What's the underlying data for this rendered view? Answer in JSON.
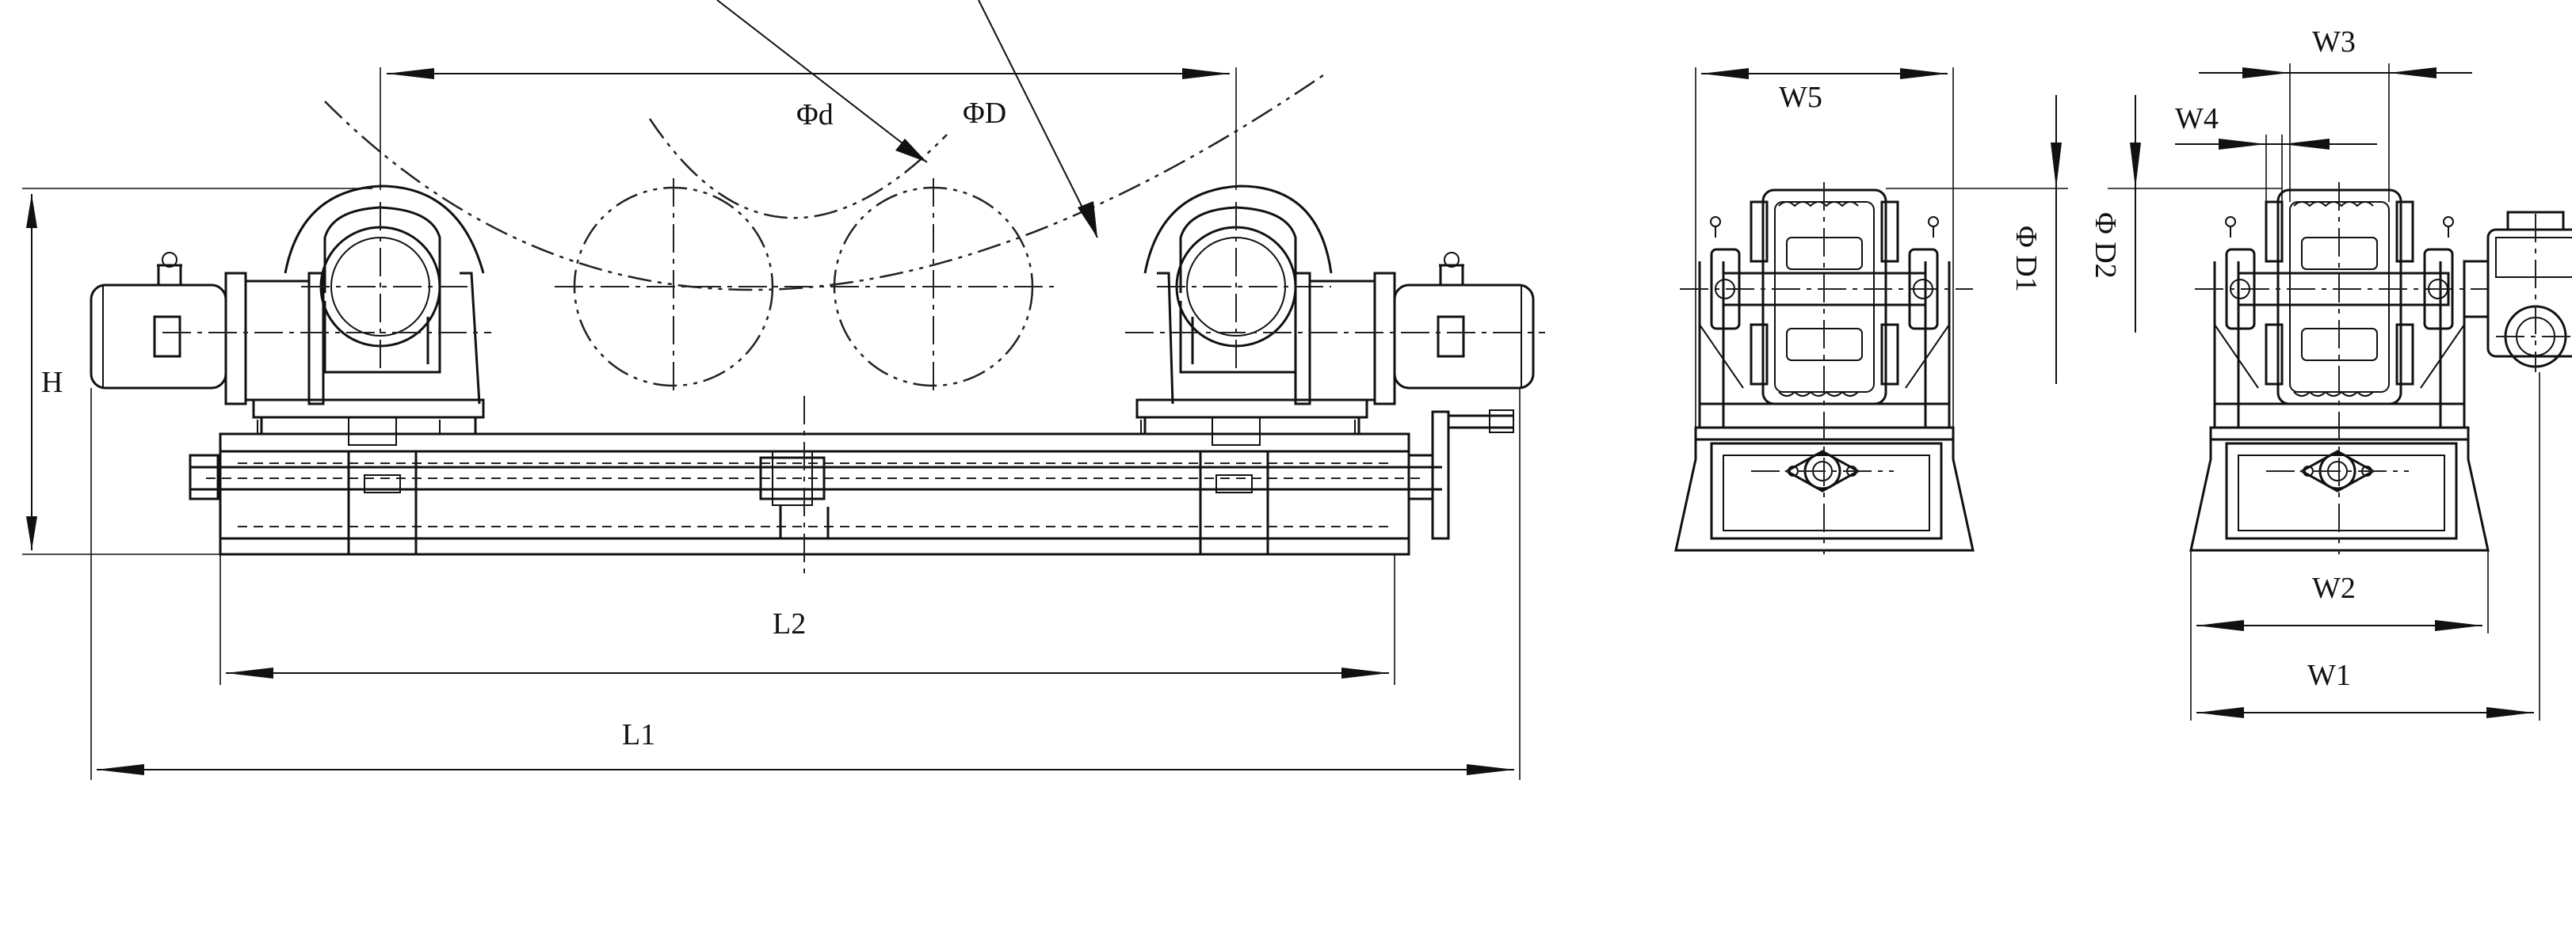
{
  "labels": {
    "phi_d": "Φd",
    "phi_D": "ΦD",
    "H": "H",
    "L1": "L1",
    "L2": "L2",
    "W1": "W1",
    "W2": "W2",
    "W3": "W3",
    "W4": "W4",
    "W5": "W5",
    "phi_D1": "Φ D1",
    "phi_D2": "Φ D2"
  }
}
